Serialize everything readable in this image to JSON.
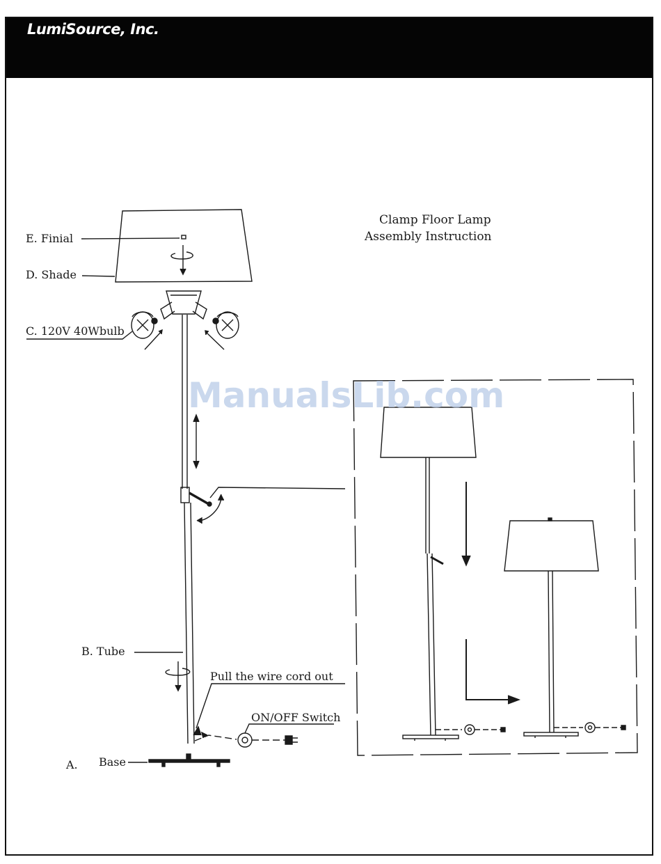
{
  "header": {
    "brand": "LumiSource, Inc.",
    "background_color": "#050505",
    "text_color": "#ffffff"
  },
  "diagram": {
    "title_line1": "Clamp Floor Lamp",
    "title_line2": "Assembly Instruction",
    "labels": {
      "finial": "E. Finial",
      "shade": "D. Shade",
      "bulb": "C. 120V 40Wbulb",
      "tube": "B. Tube",
      "base_letter": "A.",
      "base": "Base",
      "pull_cord": "Pull the wire cord out",
      "switch": "ON/OFF Switch"
    }
  },
  "watermark": {
    "text": "ManualsLib.com",
    "color": "#b9cbe8"
  }
}
